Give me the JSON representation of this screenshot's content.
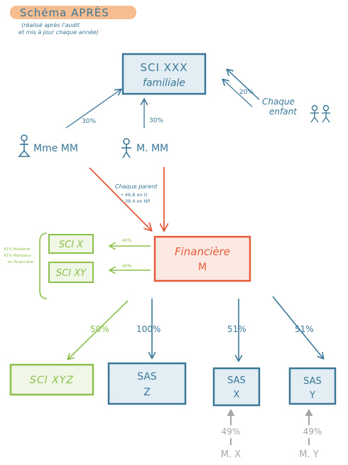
{
  "title": "Schéma APRÈS",
  "subtitle_line1": "(réalisé après l'audit",
  "subtitle_line2": "et mis à jour chaque année)",
  "colors": {
    "blue": "#3a7797",
    "blue_fill": "#e3eef4",
    "red": "#e65a3a",
    "red_fill": "#fde9e3",
    "green": "#8cc04a",
    "green_fill": "#f1f7e6",
    "grey": "#a6a6a6",
    "highlight": "#f5b27e"
  },
  "sci_familiale": {
    "line1": "SCI XXX",
    "line2": "familiale"
  },
  "chaque_enfant": {
    "line1": "Chaque",
    "line2": "enfant",
    "pct": "20%"
  },
  "mme_mm": {
    "label": "Mme MM",
    "pct": "30%"
  },
  "m_mm": {
    "label": "M. MM",
    "pct": "30%"
  },
  "chaque_parent": {
    "title": "Chaque parent",
    "item1": "• 46,6 en U",
    "item2": "• 38,4 en NP"
  },
  "financiere": {
    "line1": "Financière",
    "line2": "M"
  },
  "sci_x": {
    "label": "SCI X",
    "pct": "40%"
  },
  "sci_xy": {
    "label": "SCI XY",
    "pct": "40%"
  },
  "green_note": {
    "line1": "41% Madame",
    "line2": "41% Monsieur",
    "line3": "en financière"
  },
  "sci_xyz": {
    "label": "SCI XYZ",
    "pct": "50%"
  },
  "sas_z": {
    "line1": "SAS",
    "line2": "Z",
    "pct": "100%"
  },
  "sas_x": {
    "line1": "SAS",
    "line2": "X",
    "pct": "51%"
  },
  "sas_y": {
    "line1": "SAS",
    "line2": "Y",
    "pct": "51%"
  },
  "m_x": {
    "label": "M. X",
    "pct": "49%"
  },
  "m_y": {
    "label": "M. Y",
    "pct": "49%"
  }
}
